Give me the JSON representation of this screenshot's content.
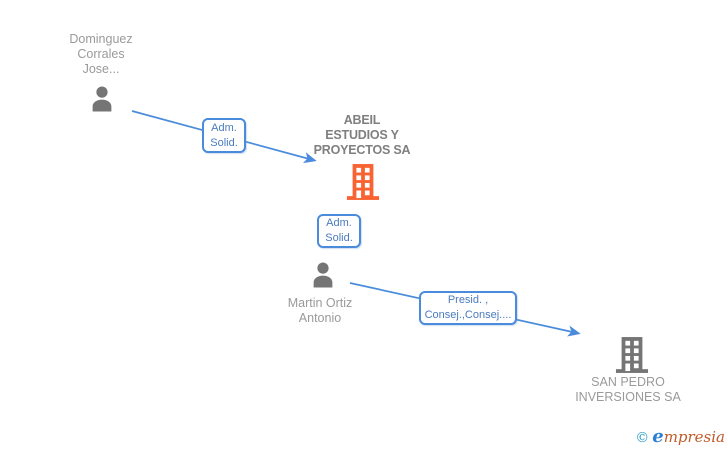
{
  "diagram": {
    "nodes": {
      "person1": {
        "type": "person",
        "lines": [
          "Dominguez",
          "Corrales",
          "Jose..."
        ]
      },
      "company1": {
        "type": "company",
        "lines": [
          "ABEIL",
          "ESTUDIOS Y",
          "PROYECTOS SA"
        ]
      },
      "person2": {
        "type": "person",
        "lines": [
          "Martin Ortiz",
          "Antonio"
        ]
      },
      "company2": {
        "type": "company",
        "lines": [
          "SAN PEDRO",
          "INVERSIONES SA"
        ]
      }
    },
    "edge_labels": {
      "label1": {
        "lines": [
          "Adm.",
          "Solid."
        ]
      },
      "label2": {
        "lines": [
          "Adm.",
          "Solid."
        ]
      },
      "label3": {
        "lines": [
          "Presid. ,",
          "Consej.,Consej...."
        ]
      }
    },
    "icons": {
      "person": "person-silhouette-icon",
      "company": "office-building-icon"
    },
    "colors": {
      "edge_blue": "#4a8cdb",
      "label_text_blue": "#4a7bbf",
      "company1_icon_orange": "#f96332",
      "company2_icon_gray": "#757575",
      "person_icon_gray": "#757575",
      "person_name_gray": "#9a9a9a",
      "company_name_gray": "#7f7f7f"
    }
  },
  "footer": {
    "copyright_symbol": "©",
    "brand_first_letter": "e",
    "brand_rest": "mpresia"
  }
}
